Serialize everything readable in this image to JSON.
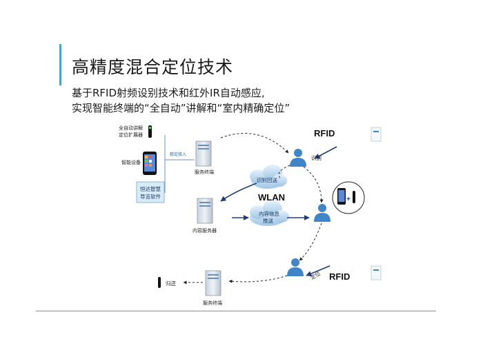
{
  "header": {
    "title": "高精度混合定位技术",
    "subtitle_line1": "基于RFID射频设别技术和红外IR自动感应,",
    "subtitle_line2": "实现智能终端的“全自动”讲解和“室内精确定位”"
  },
  "diagram": {
    "device_label_1": "全自动讲解",
    "device_label_2": "定位扩展器",
    "smart_device_label": "智能设备",
    "software_label_1": "恒达智慧",
    "software_label_2": "导览软件",
    "link_label": "稳定接入",
    "server_top_label": "服务终端",
    "content_server_label": "内容服务器",
    "server_bottom_label": "服务终端",
    "cloud_top_label": "识别回送",
    "wlan_label": "WLAN",
    "cloud_mid_label_1": "内容信息",
    "cloud_mid_label_2": "推送",
    "rfid_top_label": "RFID",
    "identify_label": "识别",
    "rfid_bottom_label": "RFID",
    "locate_label": "定位",
    "return_label": "归还"
  },
  "colors": {
    "accent": "#4aa0d8",
    "person": "#3f86c8",
    "cloud": "#bcd9f0",
    "server": "#dfe6ee"
  }
}
